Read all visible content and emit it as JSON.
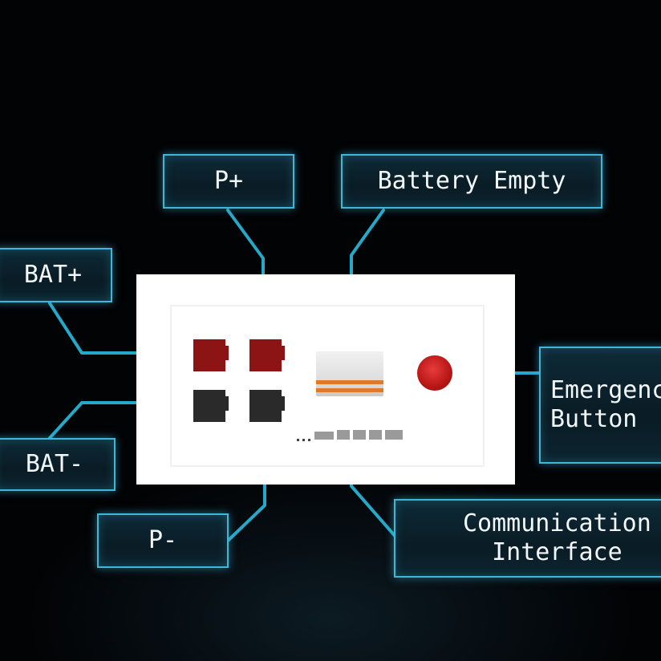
{
  "labels": {
    "p_plus": "P+",
    "battery_empty": "Battery Empty",
    "bat_plus": "BAT+",
    "bat_minus": "BAT-",
    "p_minus": "P-",
    "communication": "Communication\nInterface",
    "emergency": "Emergency\n Button"
  },
  "colors": {
    "accent": "#3fb7d8",
    "line": "#24a9c9",
    "background": "#020305",
    "terminal_red": "#8c1414",
    "terminal_black": "#2a2a2a",
    "stripe_orange": "#e07a28",
    "estop_red": "#c41e1e"
  }
}
